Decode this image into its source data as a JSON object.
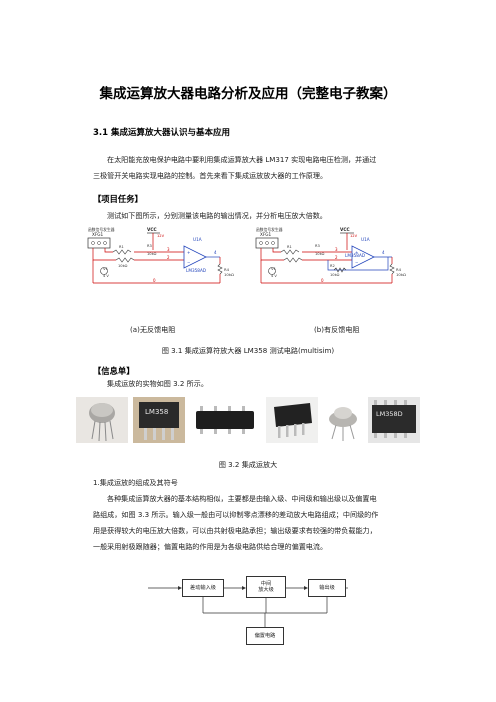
{
  "title": "集成运算放大器电路分析及应用（完整电子教案）",
  "section_heading": "3.1  集成运算放大器认识与基本应用",
  "intro_paragraph": [
    "在太阳能充放电保护电路中要利用集成运算放大器 LM317 实现电路电压检测，并通过",
    "三极管开关电路实现电路的控制。首先来看下集成运放放大器的工作原理。"
  ],
  "task_heading": "【项目任务】",
  "task_text": "测试如下图所示，分别测量该电路的输出情况，并分析电压放大倍数。",
  "circuits": {
    "left": {
      "generator": "函数信号发生器",
      "xfg": "XFG1",
      "vcc": "VCC",
      "vcc_v": "12V",
      "r3": "R3",
      "r3v": "10kΩ",
      "r1": "R1",
      "r1v": "10kΩ",
      "v1": "V1",
      "v1v": "4 V",
      "u1": "U1A",
      "ic": "LM358AD",
      "r4": "R4",
      "r4v": "10kΩ",
      "n3": "3",
      "n4": "4",
      "n2": "2",
      "n0": "0"
    },
    "right": {
      "generator": "函数信号发生器",
      "xfg": "XFG1",
      "vcc": "VCC",
      "vcc_v": "12V",
      "r3": "R3",
      "r3v": "10kΩ",
      "r1": "R1",
      "r1v": "10kΩ",
      "r2": "R2",
      "r2v": "10kΩ",
      "v1": "V1",
      "v1v": "4 V",
      "u1": "U1A",
      "ic": "LM358AD",
      "r4": "R4",
      "r4v": "10kΩ",
      "n3": "3",
      "n4": "4",
      "n2": "2",
      "n0": "0"
    }
  },
  "sub_caption_a": "(a)无反馈电阻",
  "sub_caption_b": "(b)有反馈电阻",
  "figure1_caption": "图 3.1 集成运算符放大器 LM358 测试电路(multisim)",
  "info_heading": "【信息单】",
  "info_text": "集成运放的实物如图 3.2  所示。",
  "chip_labels": {
    "c2": "LM358",
    "c6": "LM358D"
  },
  "figure2_caption": "图 3.2  集成运放大",
  "composition_heading": "1.集成运放的组成及其符号",
  "composition_paragraph": [
    "各种集成运算放大器的基本结构相似，主要都是由输入级、中间级和输出级以及偏置电",
    "路组成，如图 3.3 所示。输入级一般由可以抑制零点漂移的差动放大电路组成；中间级的作",
    "用是获得较大的电压放大倍数，可以由共射极电路承担；输出级要求有较强的带负载能力，",
    "一般采用射极跟随器；偏置电路的作用是为各级电路供给合理的偏置电流。"
  ],
  "block_diagram": {
    "input_stage": "差动输入级",
    "middle_stage": "中间\n放大级",
    "output_stage": "输出级",
    "bias": "偏置电路"
  }
}
